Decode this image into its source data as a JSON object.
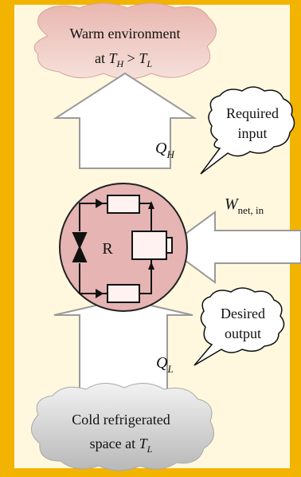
{
  "colors": {
    "frame": "#f2b400",
    "panel": "#fff8df",
    "warm_cloud": "#e8b7b0",
    "cold_cloud": "#c9c9c9",
    "refrigerator_fill": "#e5b4b3",
    "arrow_outline": "#9a9a9a",
    "line": "#222222"
  },
  "warm_environment": {
    "line1": "Warm environment",
    "line2_prefix": "at ",
    "TH_main": "T",
    "TH_sub": "H",
    "gt": " > ",
    "TL_main": "T",
    "TL_sub": "L"
  },
  "heat_out": {
    "main": "Q",
    "sub": "H"
  },
  "required_input": {
    "line1": "Required",
    "line2": "input"
  },
  "work_label": {
    "main": "W",
    "sub": "net, in"
  },
  "refrigerator_label": "R",
  "desired_output": {
    "line1": "Desired",
    "line2": "output"
  },
  "heat_in": {
    "main": "Q",
    "sub": "L"
  },
  "cold_space": {
    "line1": "Cold refrigerated",
    "line2_prefix": "space at ",
    "TL_main": "T",
    "TL_sub": "L"
  },
  "icons": [
    "warm-cloud-icon",
    "cold-cloud-icon",
    "expansion-valve-icon",
    "compressor-icon",
    "refrigerator-icon"
  ]
}
